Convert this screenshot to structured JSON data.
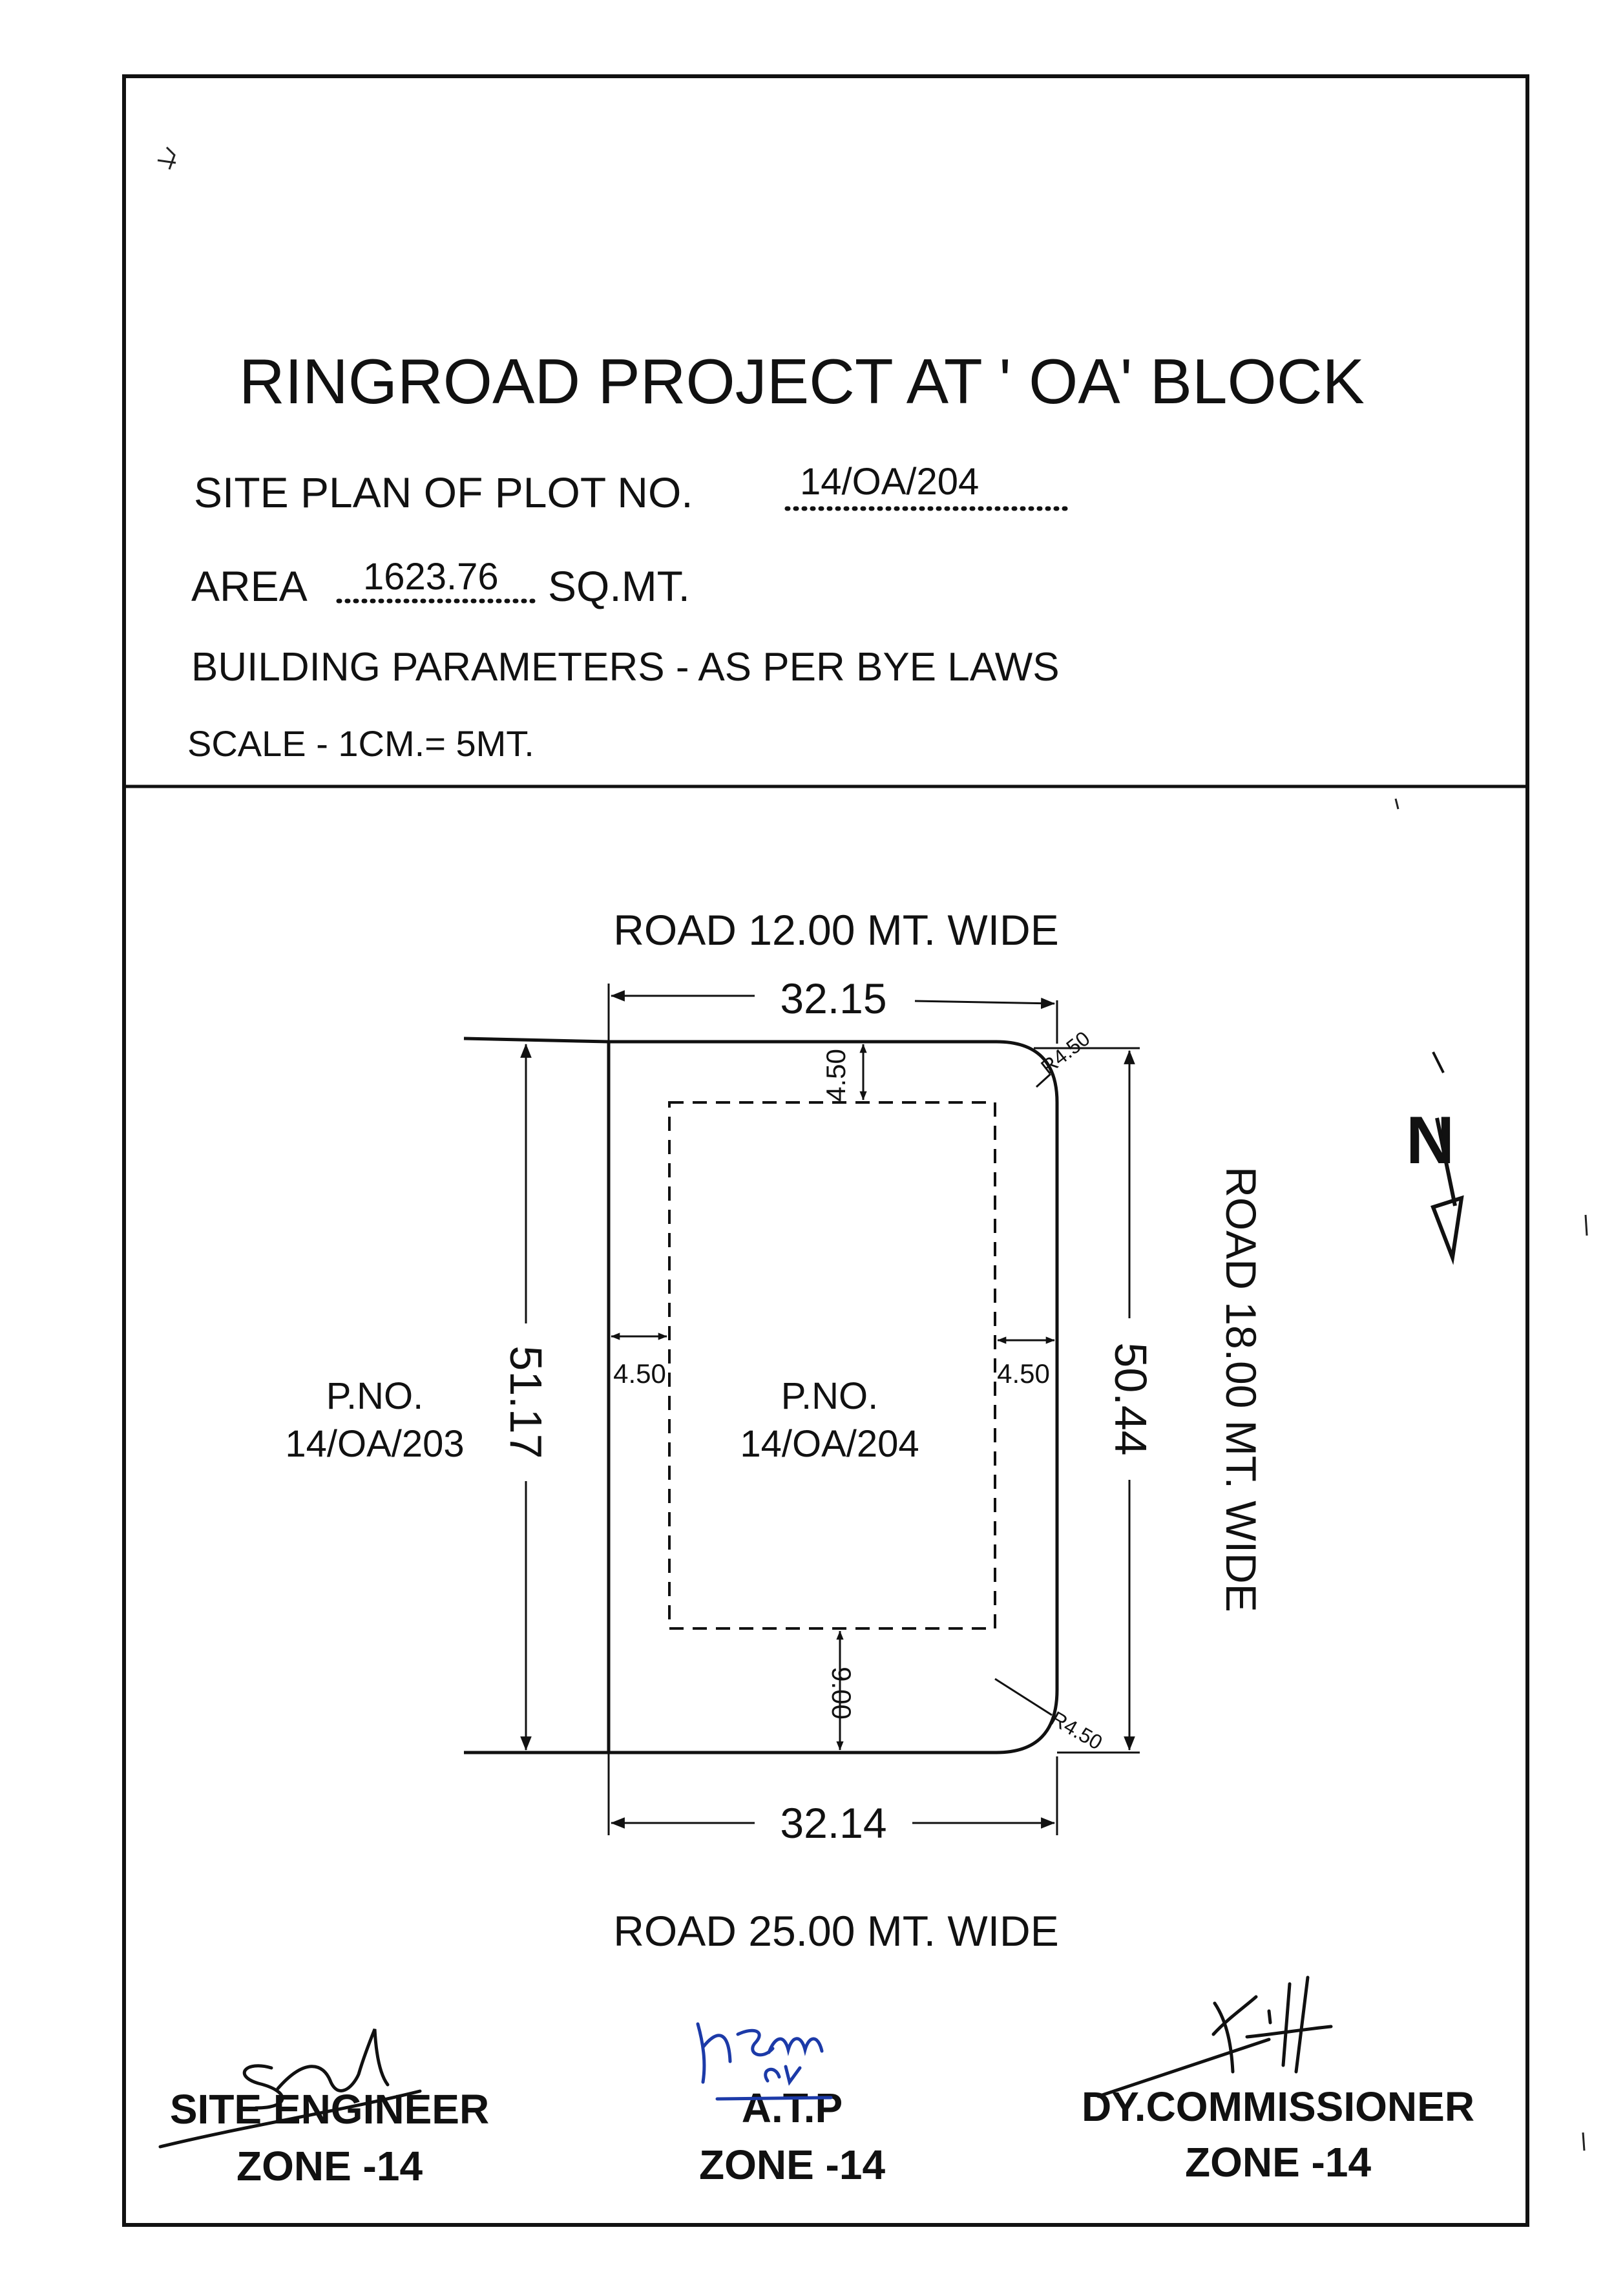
{
  "title_block": {
    "title": "RINGROAD PROJECT AT ' OA' BLOCK",
    "site_plan_label": "SITE PLAN OF PLOT NO.",
    "plot_no_value": "14/OA/204",
    "area_label": "AREA",
    "area_value": "1623.76",
    "area_unit": "SQ.MT.",
    "building_parameters": "BUILDING PARAMETERS - AS PER BYE LAWS",
    "scale": "SCALE - 1CM.= 5MT."
  },
  "plan": {
    "road_top": "ROAD 12.00 MT. WIDE",
    "road_bottom": "ROAD 25.00 MT. WIDE",
    "road_right": "ROAD 18.00 MT. WIDE",
    "dim_top": "32.15",
    "dim_bottom": "32.14",
    "dim_left": "51.17",
    "dim_right": "50.44",
    "setback_front": "4.50",
    "setback_left": "4.50",
    "setback_right": "4.50",
    "setback_rear": "9.00",
    "radius_top": "R4.50",
    "radius_bottom": "R4.50",
    "plot_label": "P.NO.",
    "plot_number": "14/OA/204",
    "neighbor_label": "P.NO.",
    "neighbor_number": "14/OA/203",
    "north": "N"
  },
  "signatures": {
    "site_engineer": "SITE ENGINEER",
    "site_engineer_zone": "ZONE -14",
    "atp": "A.T.P",
    "atp_zone": "ZONE -14",
    "dy_commissioner": "DY.COMMISSIONER",
    "dy_commissioner_zone": "ZONE -14",
    "atp_handwriting": "Nem 04"
  }
}
